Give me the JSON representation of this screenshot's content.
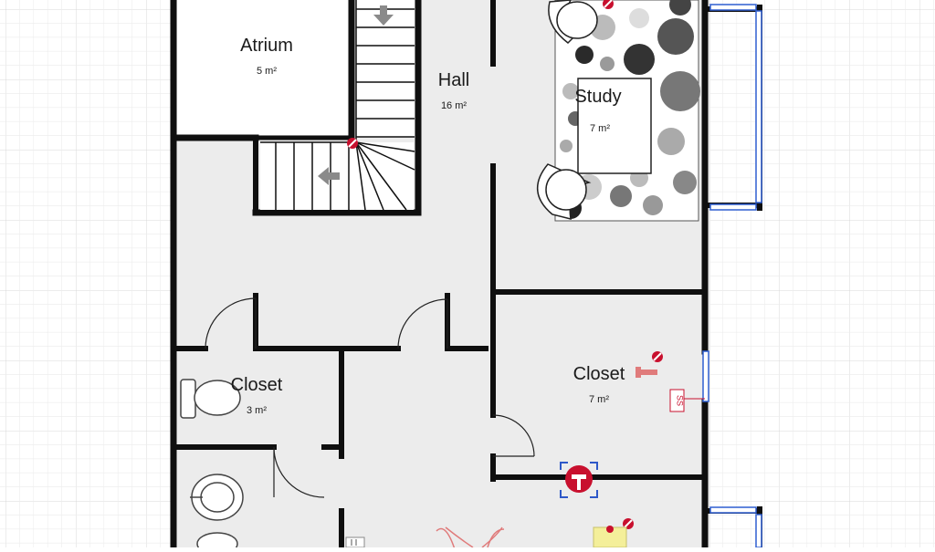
{
  "app": {
    "screen": "floor-plan-editor"
  },
  "rooms": {
    "atrium": {
      "name": "Atrium",
      "area": "5 m²"
    },
    "hall": {
      "name": "Hall",
      "area": "16 m²"
    },
    "study": {
      "name": "Study",
      "area": "7 m²"
    },
    "closet_right": {
      "name": "Closet",
      "area": "7 m²"
    },
    "closet_left": {
      "name": "Closet",
      "area": "3 m²"
    }
  },
  "labels": {
    "plug": "SS"
  },
  "colors": {
    "grid": "#d6d6d6",
    "floor": "#ececec",
    "wall": "#0f0f0f",
    "window": "#2f5fd0",
    "warning": "#c8102e",
    "selection": "#2e58c8",
    "note": "#f4ef9a"
  },
  "icons": {
    "stairs_arrow": "arrow-left-icon",
    "warning": "no-entry-icon",
    "note": "sticky-note-icon",
    "lamp": "lamp-icon"
  }
}
